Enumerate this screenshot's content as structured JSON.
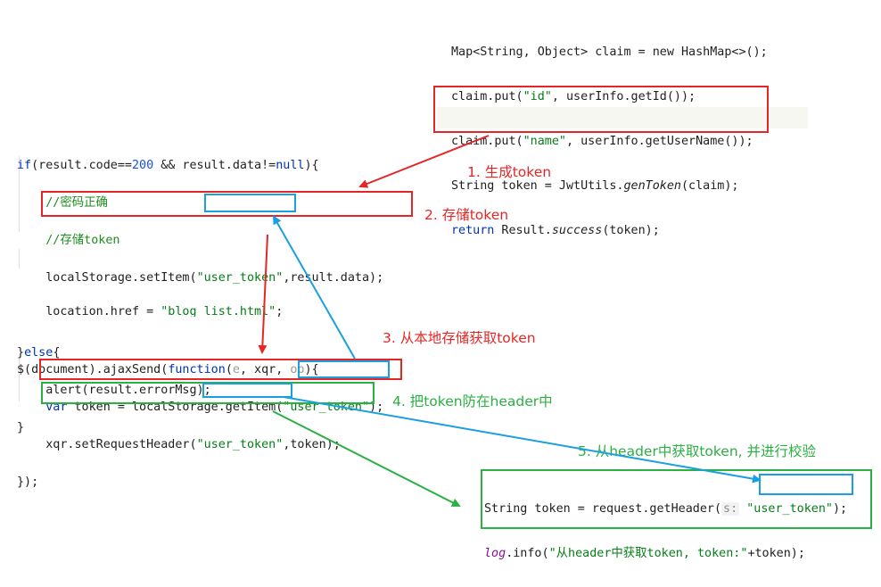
{
  "java_top": {
    "line1": "Map<String, Object> claim = new HashMap<>();",
    "line2_a": "claim.put(",
    "line2_str": "\"id\"",
    "line2_b": ", userInfo.getId());",
    "line3_a": "claim.put(",
    "line3_str": "\"name\"",
    "line3_b": ", userInfo.getUserName());",
    "line4_a": "String token = JwtUtils.",
    "line4_method": "genToken",
    "line4_b": "(claim);",
    "line5_kw": "return",
    "line5_a": " Result.",
    "line5_method": "success",
    "line5_b": "(token);"
  },
  "js_login": {
    "l1_kw": "if",
    "l1_a": "(result.code==",
    "l1_num": "200",
    "l1_b": " && result.data!=",
    "l1_null": "null",
    "l1_c": "){",
    "c1": "//密码正确",
    "c2": "//存储token",
    "l4_a": "localStorage.setItem(",
    "l4_str": "\"user_token\"",
    "l4_b": ",result.data);",
    "l5_a": "location.href = ",
    "l5_str": "\"blog_list.html\"",
    "l5_b": ";",
    "l6_a": "}",
    "l6_kw": "else",
    "l6_b": "{",
    "l7": "alert(result.errorMsg);",
    "l8": "}"
  },
  "js_ajax": {
    "l1_a": "$(document).ajaxSend(",
    "l1_kw": "function",
    "l1_b": "(",
    "l1_p1": "e",
    "l1_c": ", xqr, ",
    "l1_p2": "op",
    "l1_d": "){",
    "l2_kw": "var",
    "l2_a": " token = localStorage.getItem(",
    "l2_str": "\"user_token\"",
    "l2_b": ");",
    "l3_a": "xqr.setRequestHeader(",
    "l3_str": "\"user_token\"",
    "l3_b": ",token);",
    "l4": "});"
  },
  "java_bottom": {
    "l1_a": "String token = request.getHeader(",
    "l1_hint": "s:",
    "l1_str": "\"user_token\"",
    "l1_b": ");",
    "l2_log": "log",
    "l2_a": ".info(",
    "l2_str": "\"从header中获取token, token:\"",
    "l2_b": "+token);"
  },
  "steps": {
    "s1": "1. 生成token",
    "s2": "2. 存储token",
    "s3": "3. 从本地存储获取token",
    "s4": "4. 把token防在header中",
    "s5": "5. 从header中获取token, 并进行校验"
  },
  "colors": {
    "red": "#e52626",
    "blue": "#1a9fe0",
    "green": "#2bb043"
  }
}
